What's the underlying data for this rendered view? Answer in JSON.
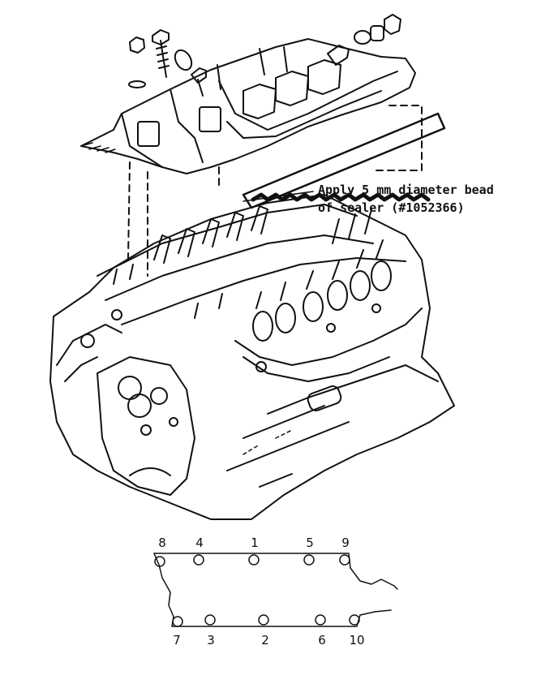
{
  "callout": {
    "line1": "Apply 5 mm diameter bead",
    "line2": "of sealer (#1052366)"
  },
  "torque_sequence": {
    "top_row": [
      "8",
      "4",
      "1",
      "5",
      "9"
    ],
    "bottom_row": [
      "7",
      "3",
      "2",
      "6",
      "10"
    ]
  },
  "colors": {
    "ink": "#111111",
    "paper": "#ffffff"
  }
}
